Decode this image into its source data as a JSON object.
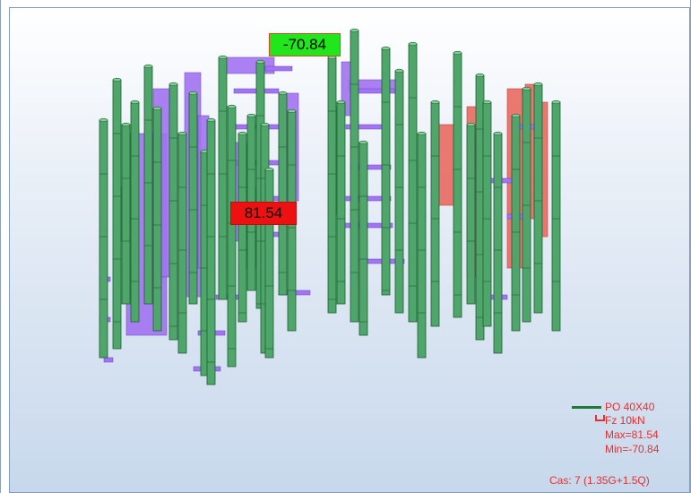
{
  "tags": {
    "min_value": "-70.84",
    "max_value": "81.54"
  },
  "legend": {
    "section_label": "PO 40X40",
    "force_label": "Fz  10kN",
    "max_label": "Max=81.54",
    "min_label": "Min=-70.84",
    "case_label": "Cas: 7 (1.35G+1.5Q)"
  },
  "colors": {
    "column": "#4fa66a",
    "column_edge": "#215c34",
    "positive_diagram": "#a273f2",
    "negative_diagram": "#ea6a62",
    "legend_text": "#e53030"
  },
  "icons": [
    "column-line-icon",
    "force-diagram-icon"
  ]
}
